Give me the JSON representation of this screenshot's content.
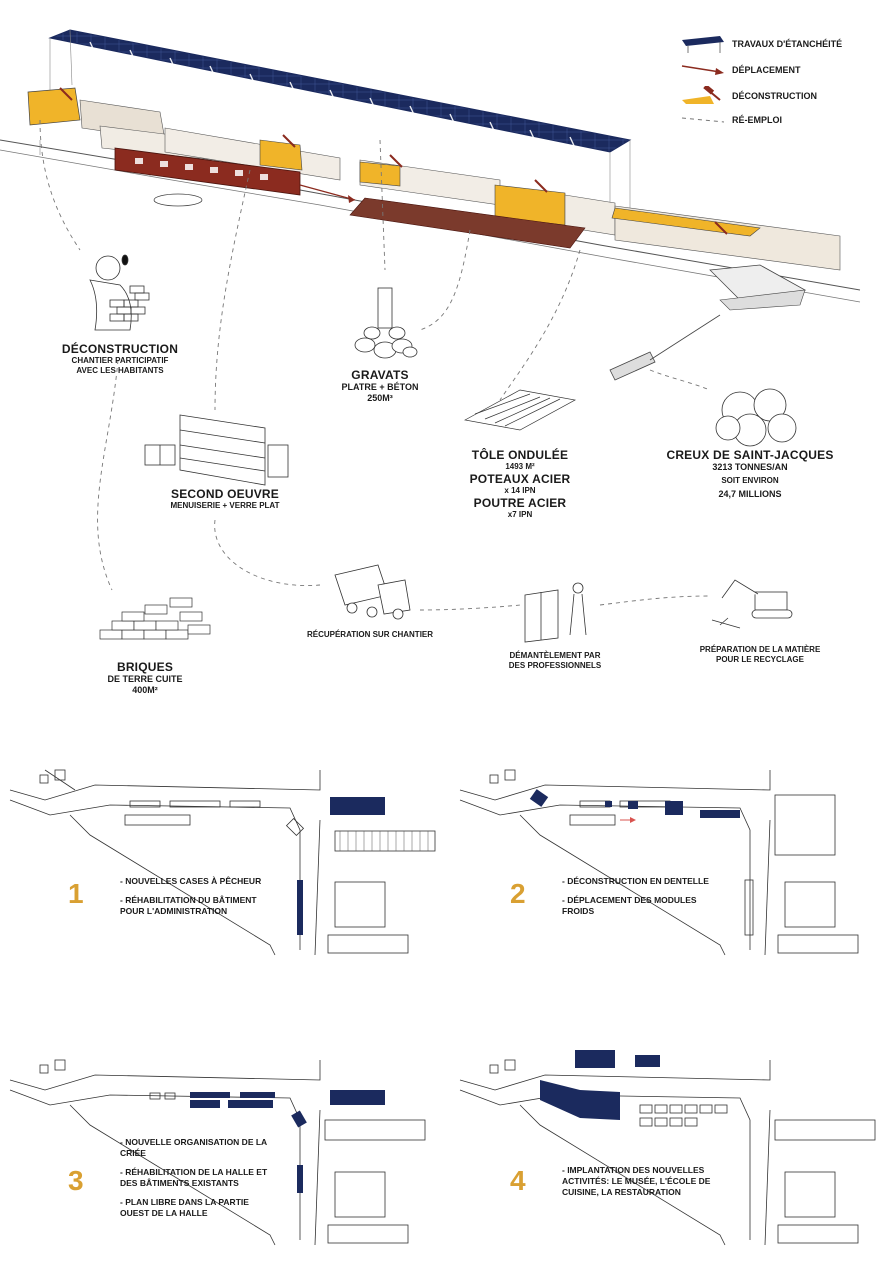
{
  "colors": {
    "accent_gold": "#d9a032",
    "navy": "#1b2a5e",
    "brick_red": "#8b2b1f",
    "roof_yellow": "#f0b429"
  },
  "legend": {
    "items": [
      {
        "label": "TRAVAUX D'ÉTANCHÉITÉ",
        "icon": "solar-roof-icon"
      },
      {
        "label": "DÉPLACEMENT",
        "icon": "arrow-icon"
      },
      {
        "label": "DÉCONSTRUCTION",
        "icon": "hammer-icon"
      },
      {
        "label": "RÉ-EMPLOI",
        "icon": "dashed-line-icon"
      }
    ]
  },
  "flow": {
    "deconstruction": {
      "title": "DÉCONSTRUCTION",
      "sub1": "CHANTIER PARTICIPATIF",
      "sub2": "AVEC LES HABITANTS"
    },
    "gravats": {
      "title": "GRAVATS",
      "sub1": "PLATRE + BÉTON",
      "sub2": "250M³"
    },
    "second_oeuvre": {
      "title": "SECOND OEUVRE",
      "sub1": "MENUISERIE + VERRE PLAT"
    },
    "tole": {
      "l1": "TÔLE ONDULÉE",
      "l2": "1493 M²",
      "l3": "POTEAUX ACIER",
      "l4": "x 14 IPN",
      "l5": "POUTRE ACIER",
      "l6": "x7 IPN"
    },
    "saint_jacques": {
      "title": "CREUX DE SAINT-JACQUES",
      "sub1": "3213 TONNES/AN",
      "sub2": "SOIT ENVIRON",
      "sub3": "24,7 MILLIONS"
    },
    "briques": {
      "title": "BRIQUES",
      "sub1": "DE TERRE CUITE",
      "sub2": "400M²"
    },
    "recuperation": {
      "label": "RÉCUPÉRATION SUR CHANTIER"
    },
    "demantelement": {
      "l1": "DÉMANTÈLEMENT PAR",
      "l2": "DES PROFESSIONNELS"
    },
    "preparation": {
      "l1": "PRÉPARATION DE LA MATIÈRE",
      "l2": "POUR LE RECYCLAGE"
    }
  },
  "phases": [
    {
      "num": "1",
      "notes": [
        "- NOUVELLES CASES À PÊCHEUR",
        "- RÉHABILITATION DU BÂTIMENT POUR L'ADMINISTRATION"
      ]
    },
    {
      "num": "2",
      "notes": [
        "- DÉCONSTRUCTION EN DENTELLE",
        "- DÉPLACEMENT DES MODULES FROIDS"
      ]
    },
    {
      "num": "3",
      "notes": [
        "- NOUVELLE ORGANISATION DE LA CRIÉE",
        "- RÉHABILITATION DE LA HALLE ET DES BÂTIMENTS EXISTANTS",
        "- PLAN LIBRE DANS LA PARTIE OUEST DE LA HALLE"
      ]
    },
    {
      "num": "4",
      "notes": [
        "- IMPLANTATION DES NOUVELLES ACTIVITÉS: LE MUSÉE, L'ÉCOLE DE CUISINE, LA RESTAURATION"
      ]
    }
  ]
}
